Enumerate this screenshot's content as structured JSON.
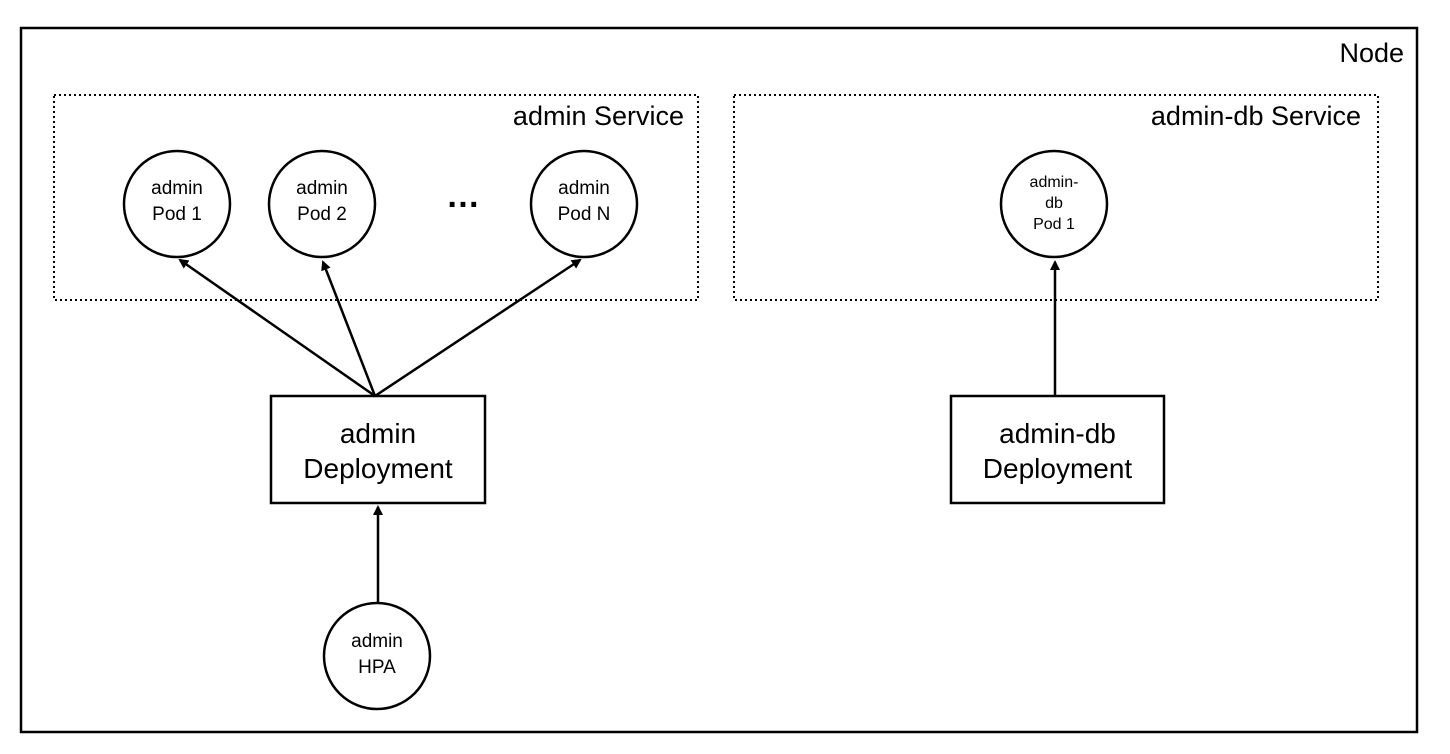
{
  "node": {
    "label": "Node"
  },
  "admin_service": {
    "label": "admin Service",
    "pods": [
      {
        "line1": "admin",
        "line2": "Pod 1"
      },
      {
        "line1": "admin",
        "line2": "Pod 2"
      },
      {
        "line1": "admin",
        "line2": "Pod N"
      }
    ],
    "ellipsis": "…"
  },
  "admin_deployment": {
    "line1": "admin",
    "line2": "Deployment"
  },
  "admin_hpa": {
    "line1": "admin",
    "line2": "HPA"
  },
  "admindb_service": {
    "label": "admin-db Service",
    "pod": {
      "line1": "admin-",
      "line2": "db",
      "line3": "Pod 1"
    }
  },
  "admindb_deployment": {
    "line1": "admin-db",
    "line2": "Deployment"
  }
}
